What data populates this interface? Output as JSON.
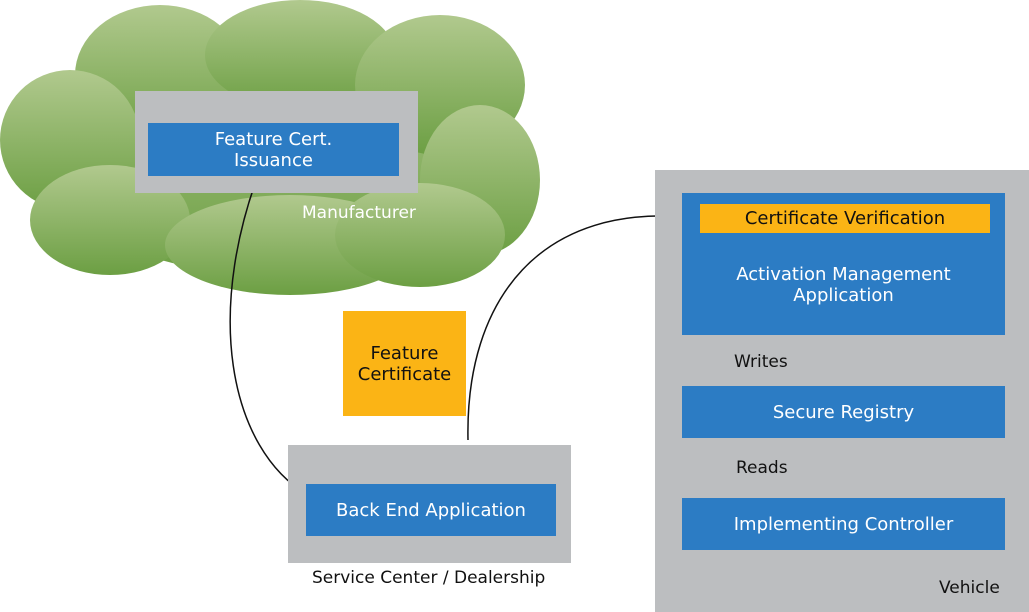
{
  "manufacturer": {
    "label": "Manufacturer",
    "issuance_box": "Feature Cert.\nIssuance"
  },
  "feature_certificate": {
    "label": "Feature\nCertificate"
  },
  "service_center": {
    "label": "Service Center / Dealership",
    "backend_box": "Back End Application"
  },
  "vehicle": {
    "label": "Vehicle",
    "certificate_verification": "Certificate Verification",
    "activation_management": "Activation Management\nApplication",
    "writes_label": "Writes",
    "secure_registry": "Secure Registry",
    "reads_label": "Reads",
    "implementing_controller": "Implementing Controller"
  },
  "colors": {
    "cloud_top": "#b1c98e",
    "cloud_bottom": "#6c9f43",
    "container_gray": "#bcbec0",
    "box_blue": "#2c7cc4",
    "certificate_orange": "#fbb415"
  }
}
